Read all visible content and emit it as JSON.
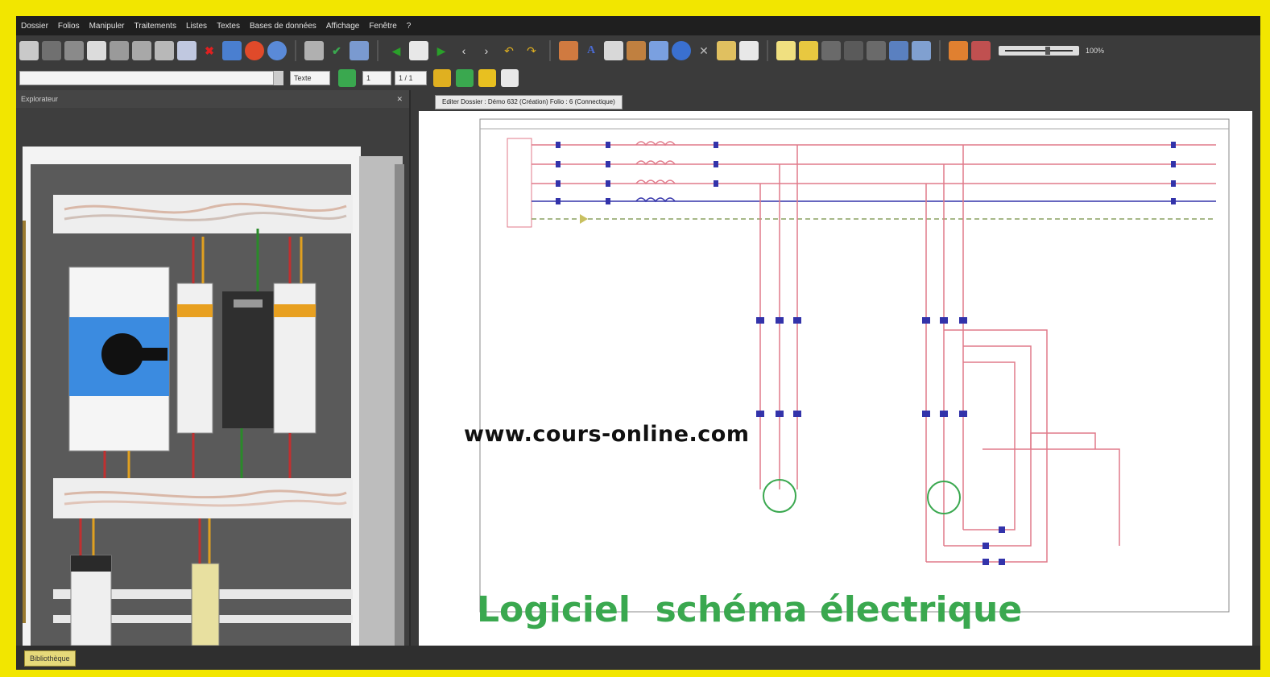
{
  "menu": {
    "items": [
      "Dossier",
      "Folios",
      "Manipuler",
      "Traitements",
      "Listes",
      "Textes",
      "Bases de données",
      "Affichage",
      "Fenêtre",
      "?"
    ]
  },
  "toolbar": {
    "row1_icons": [
      "folder-icon",
      "save-icon",
      "save-all-icon",
      "edit-icon",
      "copy-icon",
      "paste-icon",
      "cut-icon",
      "print-icon",
      "delete-icon",
      "undo-icon",
      "stop-icon",
      "refresh-icon",
      "ruler-icon",
      "check-icon",
      "chart-icon",
      "arrow-left-icon",
      "page-icon",
      "arrow-right-icon",
      "chevron-left-icon",
      "chevron-right-icon",
      "arrow-back-icon",
      "arrow-forward-icon",
      "settings-icon",
      "text-icon",
      "table-icon",
      "cabinet-icon",
      "window-icon",
      "globe-icon",
      "close-icon",
      "ruler2-icon",
      "export-icon",
      "note-icon",
      "note2-icon",
      "grid-icon",
      "grid2-icon",
      "grid3-icon",
      "layers-icon",
      "layers2-icon",
      "pen-icon",
      "eraser-icon"
    ],
    "zoom_label": "100%"
  },
  "toolbar2": {
    "text_field": "Texte",
    "zoom_value": "1",
    "scale_value": "1 / 1"
  },
  "left_panel": {
    "title": "Explorateur"
  },
  "document": {
    "tab_label": "Editer Dossier : Démo 632 (Création) Folio : 6 (Connectique)"
  },
  "overlay": {
    "watermark": "www.cours-online.com",
    "caption": "Logiciel  schéma électrique"
  },
  "status": {
    "text": "Bibliothèque"
  },
  "colors": {
    "frame": "#f2e600",
    "caption_green": "#3aa84f",
    "wire_pink": "#e07a8a",
    "wire_blue": "#3333aa"
  }
}
